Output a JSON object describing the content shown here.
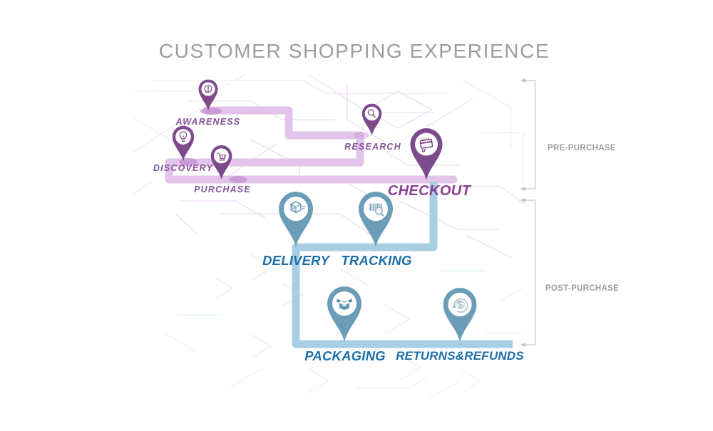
{
  "title": "CUSTOMER SHOPPING EXPERIENCE",
  "phases": {
    "pre": {
      "label": "PRE-PURCHASE",
      "stages": [
        {
          "label": "AWARENESS",
          "icon": "exclamation-icon"
        },
        {
          "label": "DISCOVERY",
          "icon": "lightbulb-icon"
        },
        {
          "label": "PURCHASE",
          "icon": "shopping-cart-icon"
        },
        {
          "label": "RESEARCH",
          "icon": "magnifier-icon"
        },
        {
          "label": "CHECKOUT",
          "icon": "credit-card-icon"
        }
      ]
    },
    "post": {
      "label": "POST-PURCHASE",
      "stages": [
        {
          "label": "DELIVERY",
          "icon": "shipping-box-icon"
        },
        {
          "label": "TRACKING",
          "icon": "barcode-search-icon"
        },
        {
          "label": "PACKAGING",
          "icon": "open-box-icon"
        },
        {
          "label": "RETURNS&REFUNDS",
          "icon": "money-return-icon"
        }
      ]
    }
  },
  "colors": {
    "pre_pin": "#7d4a8c",
    "pre_path": "#e2c4ea",
    "pre_path_blob": "#c793d6",
    "pre_label_small": "#84549a",
    "pre_label_big": "#8b3f92",
    "post_pin": "#6b9db8",
    "post_path": "#a8cee4",
    "post_label": "#1d6fa9",
    "title_text": "#9b9ea0",
    "bracket_line": "#c8c8c8",
    "phase_label_text": "#9c9c9c",
    "background": "#ffffff"
  }
}
